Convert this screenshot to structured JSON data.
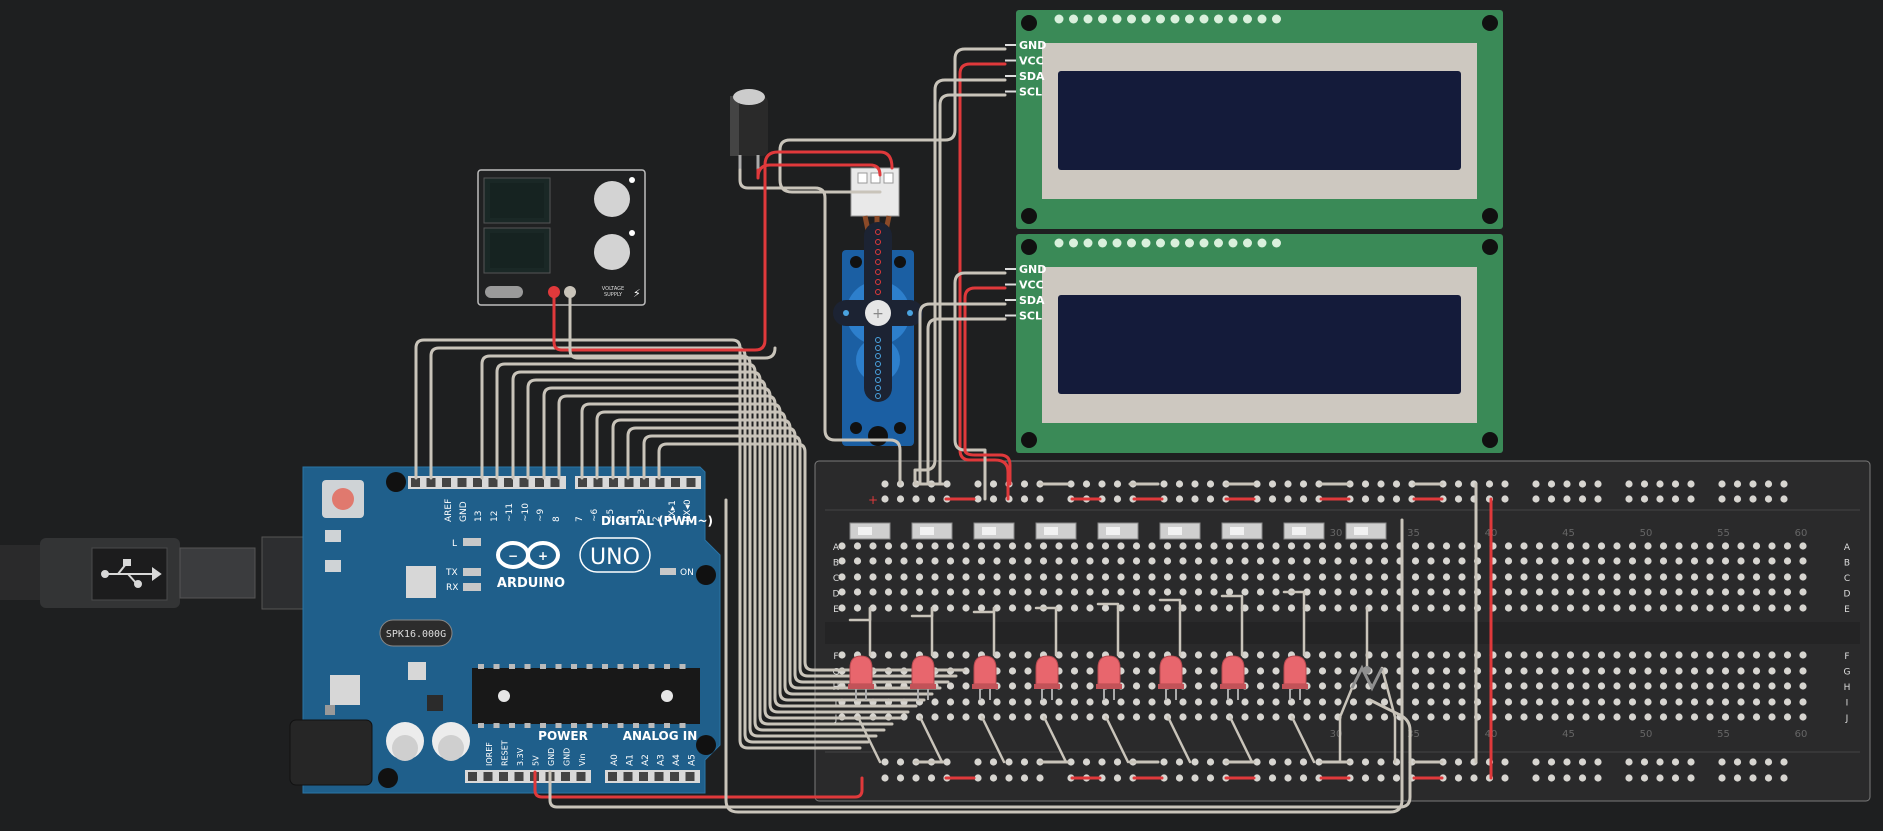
{
  "workspace": {
    "background": "#1e1f20"
  },
  "arduino": {
    "brand": "ARDUINO",
    "model": "UNO",
    "digital_header": "DIGITAL (PWM~)",
    "digital_pins": [
      "AREF",
      "GND",
      "13",
      "12",
      "~11",
      "~10",
      "~9",
      "8",
      "7",
      "~6",
      "~5",
      "4",
      "~3",
      "2",
      "TX▸1",
      "RX◂0"
    ],
    "power_header": "POWER",
    "power_pins": [
      "IOREF",
      "RESET",
      "3.3V",
      "5V",
      "GND",
      "GND",
      "Vin"
    ],
    "analog_header": "ANALOG IN",
    "analog_pins": [
      "A0",
      "A1",
      "A2",
      "A3",
      "A4",
      "A5"
    ],
    "crystal": "SPK16.000G",
    "led_l": "L",
    "led_tx": "TX",
    "led_rx": "RX",
    "led_on": "ON",
    "board_color": "#1f5f8b"
  },
  "power_supply": {
    "label_line1": "VOLTAGE",
    "label_line2": "SUPPLY"
  },
  "lcd_top": {
    "pins": [
      "GND",
      "VCC",
      "SDA",
      "SCL"
    ],
    "pcb_color": "#3a8a57",
    "screen_color": "#141b3a"
  },
  "lcd_bottom": {
    "pins": [
      "GND",
      "VCC",
      "SDA",
      "SCL"
    ],
    "pcb_color": "#3a8a57",
    "screen_color": "#141b3a"
  },
  "breadboard": {
    "rows_top": [
      "A",
      "B",
      "C",
      "D",
      "E"
    ],
    "rows_bottom": [
      "F",
      "G",
      "H",
      "I",
      "J"
    ],
    "column_numbers": [
      "30",
      "35",
      "40",
      "45",
      "50",
      "55",
      "60"
    ],
    "power_plus": "+",
    "power_minus": "-"
  },
  "leds": {
    "count": 8,
    "color": "#e8666d"
  },
  "wires": {
    "default": "#c9c4ba",
    "power": "#e0393b"
  }
}
